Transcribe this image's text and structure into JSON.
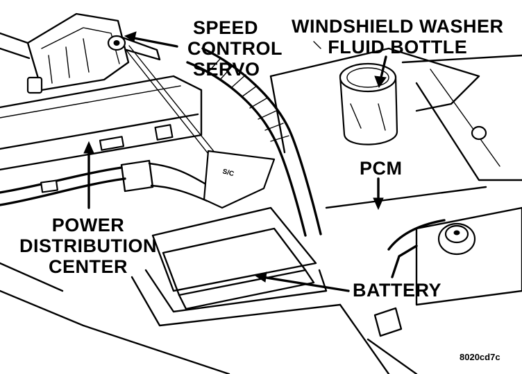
{
  "labels": {
    "speed_control_servo": [
      "SPEED",
      "CONTROL",
      "SERVO"
    ],
    "windshield_washer": [
      "WINDSHIELD WASHER",
      "FLUID BOTTLE"
    ],
    "pcm": "PCM",
    "power_distribution_center": [
      "POWER",
      "DISTRIBUTION",
      "CENTER"
    ],
    "battery": "BATTERY",
    "figure_code": "8020cd7c"
  }
}
